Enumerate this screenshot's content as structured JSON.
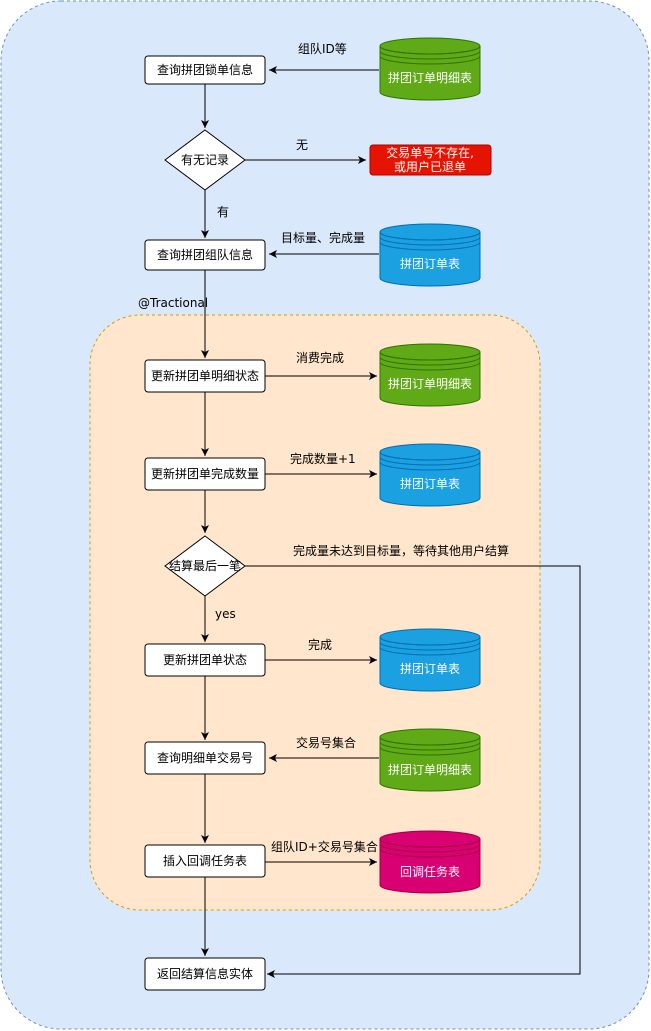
{
  "colors": {
    "outer_fill": "#dae8fc",
    "outer_stroke": "#6c8ebf",
    "inner_fill": "#ffe6cc",
    "inner_stroke": "#d79b00",
    "green_db": "#60a917",
    "green_db_stroke": "#2d7600",
    "blue_db": "#1ba1e2",
    "blue_db_stroke": "#006eaf",
    "pink_db": "#d80073",
    "pink_db_stroke": "#a50040",
    "error_fill": "#e51400",
    "error_stroke": "#b20000"
  },
  "nodes": {
    "query_lock": "查询拼团锁单信息",
    "has_record": "有无记录",
    "query_team": "查询拼团组队信息",
    "update_detail_status": "更新拼团单明细状态",
    "update_complete_count": "更新拼团单完成数量",
    "settle_last": "结算最后一笔",
    "update_order_status": "更新拼团单状态",
    "query_trade_nos": "查询明细单交易号",
    "insert_callback": "插入回调任务表",
    "return_entity": "返回结算信息实体"
  },
  "error_box": {
    "line1": "交易单号不存在,",
    "line2": "或用户已退单"
  },
  "databases": {
    "order_detail_1": "拼团订单明细表",
    "order_1": "拼团订单表",
    "order_detail_2": "拼团订单明细表",
    "order_2": "拼团订单表",
    "order_3": "拼团订单表",
    "order_detail_3": "拼团订单明细表",
    "callback_task": "回调任务表"
  },
  "edge_labels": {
    "team_id_etc": "组队ID等",
    "none": "无",
    "has": "有",
    "target_complete": "目标量、完成量",
    "transactional": "@Tractional",
    "consume_complete": "消费完成",
    "complete_plus_one": "完成数量+1",
    "not_reached": "完成量未达到目标量，等待其他用户结算",
    "yes": "yes",
    "complete": "完成",
    "trade_no_set": "交易号集合",
    "team_id_trade_set": "组队ID+交易号集合"
  }
}
